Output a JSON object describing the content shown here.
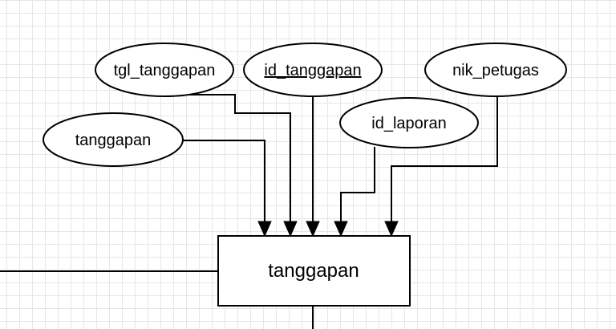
{
  "entity": {
    "label": "tanggapan"
  },
  "attributes": [
    {
      "id": "tgl_tanggapan",
      "label": "tgl_tanggapan",
      "primary_key": false
    },
    {
      "id": "id_tanggapan",
      "label": "id_tanggapan",
      "primary_key": true
    },
    {
      "id": "nik_petugas",
      "label": "nik_petugas",
      "primary_key": false
    },
    {
      "id": "tanggapan",
      "label": "tanggapan",
      "primary_key": false
    },
    {
      "id": "id_laporan",
      "label": "id_laporan",
      "primary_key": false
    }
  ]
}
